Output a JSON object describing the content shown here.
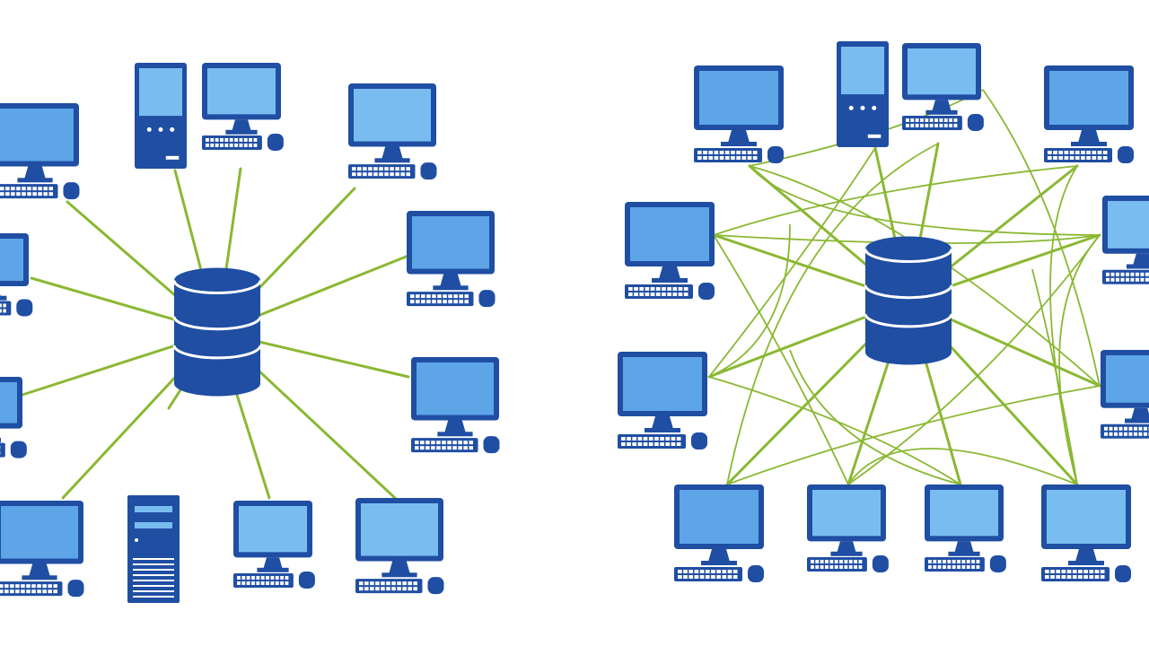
{
  "colors": {
    "background": "#ffffff",
    "device_outline": "#1f4ea3",
    "screen_fill": "#5ea5e8",
    "screen_fill_light": "#79bdf0",
    "link": "#8ab833",
    "database_fill": "#1f4ea3",
    "database_band": "#ffffff"
  },
  "diagrams": [
    {
      "topology": "star",
      "hub_icon": "database-icon",
      "node_icons": [
        "monitor-icon",
        "tower-computer-icon",
        "server-tower-icon"
      ],
      "node_count": 13
    },
    {
      "topology": "mesh",
      "hub_icon": "database-icon",
      "node_icons": [
        "monitor-icon",
        "tower-computer-icon"
      ],
      "node_count": 13
    }
  ]
}
